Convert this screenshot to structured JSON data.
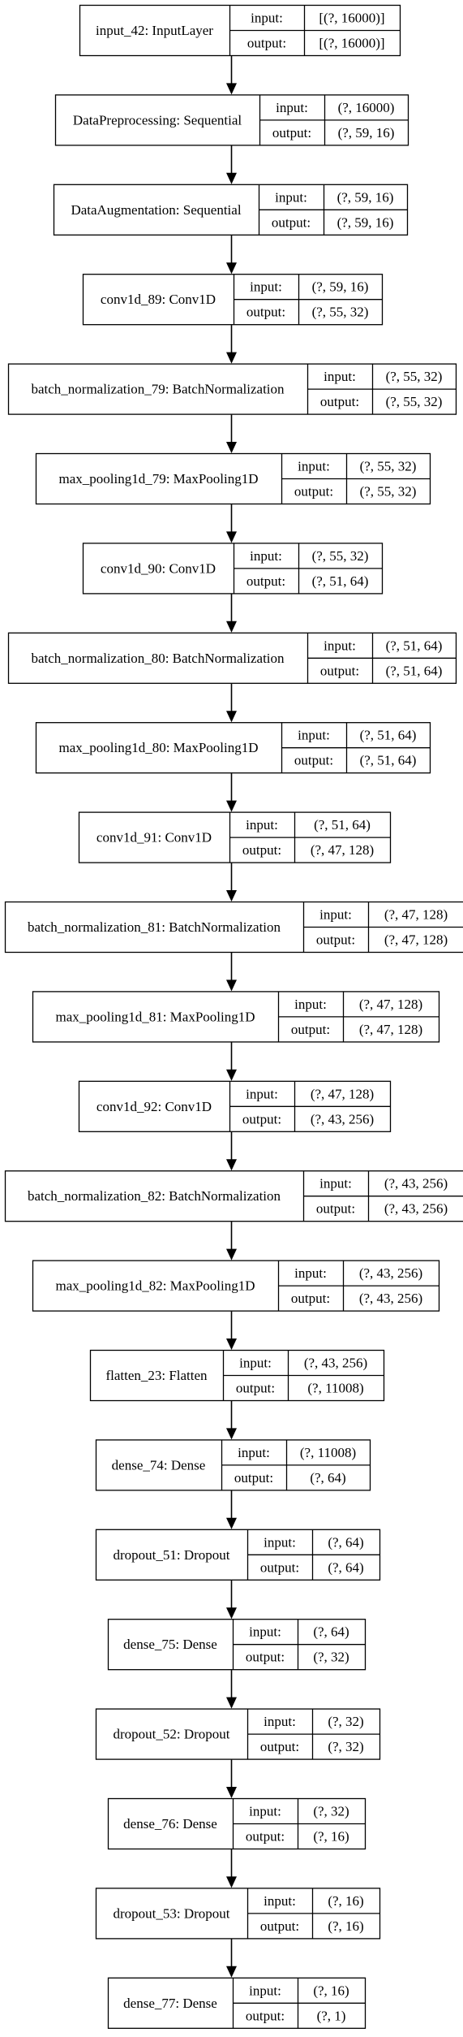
{
  "layers": [
    {
      "name": "input_42: InputLayer",
      "input": "[(?, 16000)]",
      "output": "[(?, 16000)]"
    },
    {
      "name": "DataPreprocessing: Sequential",
      "input": "(?, 16000)",
      "output": "(?, 59, 16)"
    },
    {
      "name": "DataAugmentation: Sequential",
      "input": "(?, 59, 16)",
      "output": "(?, 59, 16)"
    },
    {
      "name": "conv1d_89: Conv1D",
      "input": "(?, 59, 16)",
      "output": "(?, 55, 32)"
    },
    {
      "name": "batch_normalization_79: BatchNormalization",
      "input": "(?, 55, 32)",
      "output": "(?, 55, 32)"
    },
    {
      "name": "max_pooling1d_79: MaxPooling1D",
      "input": "(?, 55, 32)",
      "output": "(?, 55, 32)"
    },
    {
      "name": "conv1d_90: Conv1D",
      "input": "(?, 55, 32)",
      "output": "(?, 51, 64)"
    },
    {
      "name": "batch_normalization_80: BatchNormalization",
      "input": "(?, 51, 64)",
      "output": "(?, 51, 64)"
    },
    {
      "name": "max_pooling1d_80: MaxPooling1D",
      "input": "(?, 51, 64)",
      "output": "(?, 51, 64)"
    },
    {
      "name": "conv1d_91: Conv1D",
      "input": "(?, 51, 64)",
      "output": "(?, 47, 128)"
    },
    {
      "name": "batch_normalization_81: BatchNormalization",
      "input": "(?, 47, 128)",
      "output": "(?, 47, 128)"
    },
    {
      "name": "max_pooling1d_81: MaxPooling1D",
      "input": "(?, 47, 128)",
      "output": "(?, 47, 128)"
    },
    {
      "name": "conv1d_92: Conv1D",
      "input": "(?, 47, 128)",
      "output": "(?, 43, 256)"
    },
    {
      "name": "batch_normalization_82: BatchNormalization",
      "input": "(?, 43, 256)",
      "output": "(?, 43, 256)"
    },
    {
      "name": "max_pooling1d_82: MaxPooling1D",
      "input": "(?, 43, 256)",
      "output": "(?, 43, 256)"
    },
    {
      "name": "flatten_23: Flatten",
      "input": "(?, 43, 256)",
      "output": "(?, 11008)"
    },
    {
      "name": "dense_74: Dense",
      "input": "(?, 11008)",
      "output": "(?, 64)"
    },
    {
      "name": "dropout_51: Dropout",
      "input": "(?, 64)",
      "output": "(?, 64)"
    },
    {
      "name": "dense_75: Dense",
      "input": "(?, 64)",
      "output": "(?, 32)"
    },
    {
      "name": "dropout_52: Dropout",
      "input": "(?, 32)",
      "output": "(?, 32)"
    },
    {
      "name": "dense_76: Dense",
      "input": "(?, 32)",
      "output": "(?, 16)"
    },
    {
      "name": "dropout_53: Dropout",
      "input": "(?, 16)",
      "output": "(?, 16)"
    },
    {
      "name": "dense_77: Dense",
      "input": "(?, 16)",
      "output": "(?, 1)"
    }
  ],
  "labels": {
    "input": "input:",
    "output": "output:"
  }
}
